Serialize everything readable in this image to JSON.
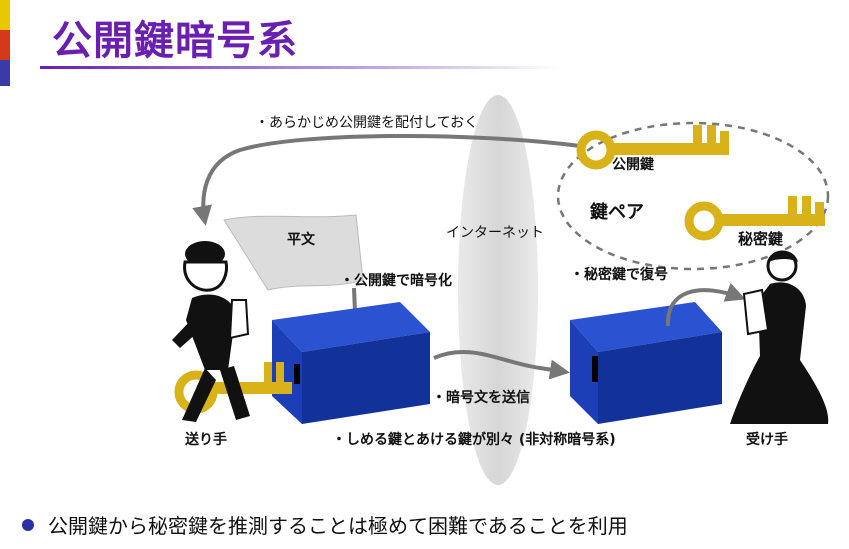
{
  "title": "公開鍵暗号系",
  "colors": {
    "title": "#6a1fb0",
    "box": "#1e3fb3",
    "arrow": "#777777",
    "key": "#d9b21a",
    "bullet": "#2a2fa8"
  },
  "labels": {
    "distribute": "・あらかじめ公開鍵を配付しておく",
    "public_key": "公開鍵",
    "key_pair": "鍵ペア",
    "private_key": "秘密鍵",
    "plaintext": "平文",
    "internet": "インターネット",
    "encrypt": "・公開鍵で暗号化",
    "decrypt": "・秘密鍵で復号",
    "send_ciphertext": "・暗号文を送信",
    "sender": "送り手",
    "receiver": "受け手",
    "asymmetric": "・しめる鍵とあける鍵が別々 (非対称暗号系)"
  },
  "bullet": "公開鍵から秘密鍵を推測することは極めて困難であることを利用"
}
